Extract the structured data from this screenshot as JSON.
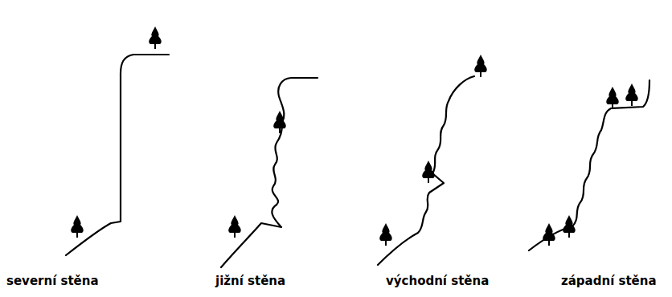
{
  "diagram": {
    "labels": [
      "severní stěna",
      "jižní stěna",
      "východní stěna",
      "západní stěna"
    ]
  }
}
